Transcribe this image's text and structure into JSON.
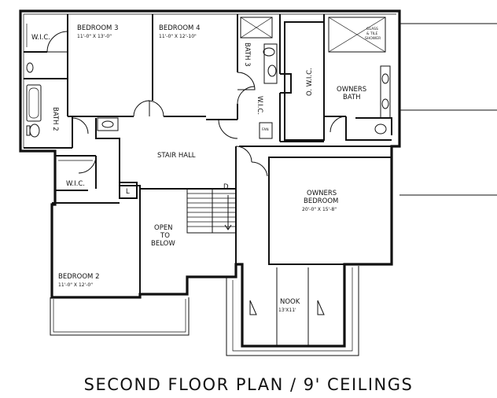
{
  "title": "SECOND FLOOR PLAN / 9' CEILINGS",
  "rooms": {
    "wic_left": "W.I.C.",
    "bedroom3": "BEDROOM 3",
    "bedroom3_dim": "11'-0\" X 13'-0\"",
    "bedroom4": "BEDROOM 4",
    "bedroom4_dim": "11'-0\" X 12'-10\"",
    "bath3": "BATH 3",
    "bath2": "BATH 2",
    "wic_small": "W.I.C.",
    "owners_wic": "O. W.I.C.",
    "owners_bath_1": "OWNERS",
    "owners_bath_2": "BATH",
    "glass_1": "GLASS",
    "glass_2": "& TILE",
    "glass_3": "SHOWER",
    "stair_hall": "STAIR HALL",
    "wic_lower": "W.I.C.",
    "linen": "L",
    "dryer": "D.",
    "fan": "FAN",
    "open_1": "OPEN",
    "open_2": "TO",
    "open_3": "BELOW",
    "owners_bed_1": "OWNERS",
    "owners_bed_2": "BEDROOM",
    "owners_bed_dim": "20'-0\" X 15'-8\"",
    "bedroom2": "BEDROOM 2",
    "bedroom2_dim": "11'-0\" X 12'-0\"",
    "nook": "NOOK",
    "nook_dim": "13'X11'"
  }
}
